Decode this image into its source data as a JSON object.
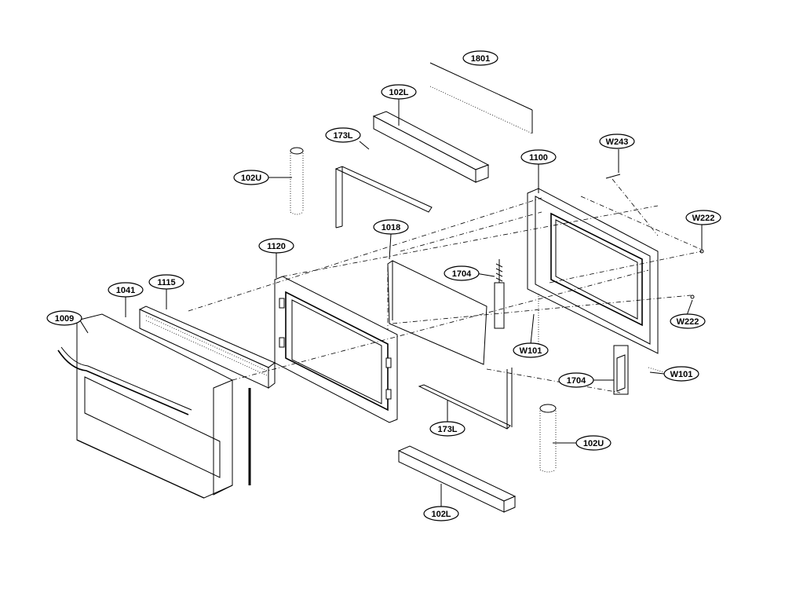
{
  "callouts": {
    "c1801": "1801",
    "c102L_top": "102L",
    "c173L_top": "173L",
    "c102U_left": "102U",
    "c1100": "1100",
    "cW243": "W243",
    "cW222_top": "W222",
    "c1018": "1018",
    "c1120": "1120",
    "c1704_left": "1704",
    "c1041": "1041",
    "c1115": "1115",
    "c1009": "1009",
    "cW222_bottom": "W222",
    "cW101_left": "W101",
    "cW101_right": "W101",
    "c1704_right": "1704",
    "c173L_bottom": "173L",
    "c102U_right": "102U",
    "c102L_bottom": "102L"
  }
}
